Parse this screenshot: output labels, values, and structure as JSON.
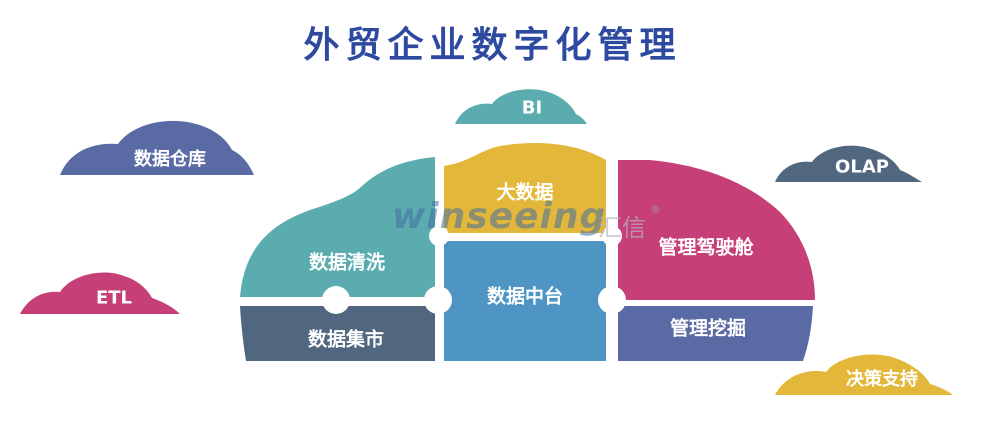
{
  "title": "外贸企业数字化管理",
  "colors": {
    "title": "#2e4aa0",
    "teal": "#5aacaf",
    "slate": "#51677f",
    "blue": "#4f95c3",
    "yellow": "#e3b83a",
    "magenta": "#c63f76",
    "indigo": "#5a6aa5"
  },
  "car": {
    "segments": [
      {
        "id": "data-cleaning",
        "label": "数据清洗",
        "color": "#5aacaf"
      },
      {
        "id": "data-mart",
        "label": "数据集市",
        "color": "#51677f"
      },
      {
        "id": "big-data",
        "label": "大数据",
        "color": "#e3b83a"
      },
      {
        "id": "data-middle-platform",
        "label": "数据中台",
        "color": "#4f95c3"
      },
      {
        "id": "management-cockpit",
        "label": "管理驾驶舱",
        "color": "#c63f76"
      },
      {
        "id": "management-mining",
        "label": "管理挖掘",
        "color": "#5a6aa5"
      }
    ]
  },
  "clouds": [
    {
      "id": "data-warehouse",
      "label": "数据仓库",
      "color": "#5a6aa5"
    },
    {
      "id": "bi",
      "label": "BI",
      "color": "#5aacaf"
    },
    {
      "id": "olap",
      "label": "OLAP",
      "color": "#51677f"
    },
    {
      "id": "etl",
      "label": "ETL",
      "color": "#c63f76"
    },
    {
      "id": "decision-support",
      "label": "决策支持",
      "color": "#e3b83a"
    }
  ],
  "watermark": {
    "text": "winseeing",
    "cn": "汇信",
    "mark": "®"
  }
}
